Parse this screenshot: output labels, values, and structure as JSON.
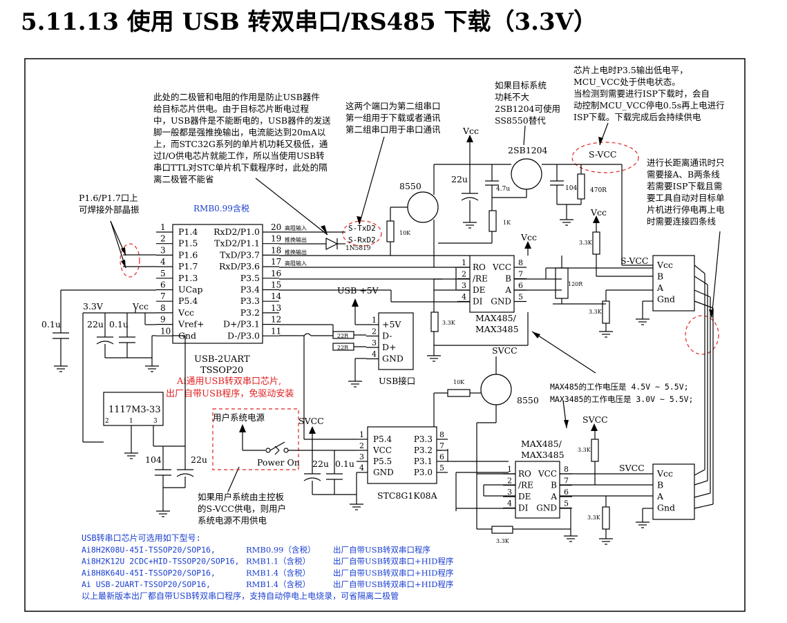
{
  "title": "5.11.13    使用 USB 转双串口/RS485 下载（3.3V）",
  "notes": {
    "crystal": [
      "P1.6/P1.7口上",
      "可焊接外部晶振"
    ],
    "diode_resistor": [
      "此处的二极管和电阻的作用是防止USB器件",
      "给目标芯片供电。由于目标芯片断电过程",
      "中，USB器件是不能断电的，USB器件的发送",
      "脚一般都是强推挽输出，电流能达到20mA以",
      "上，而STC32G系列的单片机功耗又极低，通",
      "过I/O供电芯片就能工作，所以当使用USB转",
      "串口TTL对STC单片机下载程序时，此处的隔",
      "离二极管不能省"
    ],
    "ports": [
      "这两个端口为第二组串口",
      "第一组用于下载或者通讯",
      "第二组串口用于串口通讯"
    ],
    "target": [
      "如果目标系统",
      "功耗不大",
      "2SB1204可使用",
      "SS8550替代"
    ],
    "poweron": [
      "芯片上电时P3.5输出低电平，",
      "MCU_VCC处于供电状态。",
      "当检测到需要进行ISP下载时，会自",
      "动控制MCU_VCC停电0.5s再上电进行",
      "ISP下载。下载完成后会持续供电"
    ],
    "longdist": [
      "进行长距离通讯时只",
      "需要接A、B两条线",
      "若需要ISP下载且需",
      "要工具自动对目标单",
      "片机进行停电再上电",
      "时需要连接四条线"
    ],
    "max_voltage": [
      "MAX485的工作电压是 4.5V ~ 5.5V;",
      "MAX3485的工作电压是 3.0V ~ 5.5V;"
    ],
    "user_power": [
      "如果用户系统由主控板",
      "的S-VCC供电，则用户",
      "系统电源不用供电"
    ],
    "ai_chip": [
      "Ai通用USB转双串口芯片,",
      "出厂自带USB程序，免驱动安装"
    ]
  },
  "labels": {
    "price": "RMB0.99含税",
    "u1_name": "USB-2UART",
    "u1_pkg": "TSSOP20",
    "vcc": "Vcc",
    "v33": "3.3V",
    "usb5v": "USB +5V",
    "usb_port": "USB接口",
    "svcc": "SVCC",
    "s_vcc": "S-VCC",
    "reg": "1117M3-33",
    "user_power": "用户系统电源",
    "power_on": "Power On",
    "mcu": "STC8G1K08A",
    "max1": "MAX485/",
    "max1b": "MAX3485",
    "q_8550": "8550",
    "q_2sb": "2SB1204",
    "diode": "1N5819",
    "s_txd2": "S-TxD2",
    "s_rxd2": "S-RxD2",
    "hi_in": "高阻输入",
    "push_out": "推挽输出"
  },
  "components": {
    "c_01u": "0.1u",
    "c_22u": "22u",
    "c_104": "104",
    "c_47u": "4.7u",
    "r_10k": "10K",
    "r_1k": "1K",
    "r_470": "470R",
    "r_33k": "3.3K",
    "r_120": "120R",
    "r_22r": "22R"
  },
  "u1_pins_left": [
    {
      "n": "1",
      "name": "P1.4"
    },
    {
      "n": "2",
      "name": "P1.5"
    },
    {
      "n": "3",
      "name": "P1.6"
    },
    {
      "n": "4",
      "name": "P1.7"
    },
    {
      "n": "5",
      "name": "P1.3"
    },
    {
      "n": "6",
      "name": "UCap"
    },
    {
      "n": "7",
      "name": "P5.4"
    },
    {
      "n": "8",
      "name": "Vcc"
    },
    {
      "n": "9",
      "name": "Vref+"
    },
    {
      "n": "10",
      "name": "Gnd"
    }
  ],
  "u1_pins_right": [
    {
      "n": "20",
      "name": "RxD2/P1.0"
    },
    {
      "n": "19",
      "name": "TxD2/P1.1"
    },
    {
      "n": "18",
      "name": "TxD/P3.7"
    },
    {
      "n": "17",
      "name": "RxD/P3.6"
    },
    {
      "n": "16",
      "name": "P3.5"
    },
    {
      "n": "15",
      "name": "P3.4"
    },
    {
      "n": "14",
      "name": "P3.3"
    },
    {
      "n": "13",
      "name": "P3.2"
    },
    {
      "n": "12",
      "name": "D+/P3.1"
    },
    {
      "n": "11",
      "name": "D-/P3.0"
    }
  ],
  "usb_pins": [
    {
      "n": "1",
      "name": "+5V"
    },
    {
      "n": "2",
      "name": "D-"
    },
    {
      "n": "3",
      "name": "D+"
    },
    {
      "n": "4",
      "name": "GND"
    }
  ],
  "max_pins_left": [
    {
      "n": "1",
      "name": "RO"
    },
    {
      "n": "2",
      "name": "/RE"
    },
    {
      "n": "3",
      "name": "DE"
    },
    {
      "n": "4",
      "name": "DI"
    }
  ],
  "max_pins_right": [
    {
      "n": "8",
      "name": "VCC"
    },
    {
      "n": "7",
      "name": "B"
    },
    {
      "n": "6",
      "name": "A"
    },
    {
      "n": "5",
      "name": "GND"
    }
  ],
  "conn_pins": [
    "Vcc",
    "B",
    "A",
    "Gnd"
  ],
  "mcu_pins_left": [
    {
      "n": "1",
      "name": "P5.4"
    },
    {
      "n": "2",
      "name": "VCC"
    },
    {
      "n": "3",
      "name": "P5.5"
    },
    {
      "n": "4",
      "name": "GND"
    }
  ],
  "mcu_pins_right": [
    {
      "n": "8",
      "name": "P3.3"
    },
    {
      "n": "7",
      "name": "P3.2"
    },
    {
      "n": "6",
      "name": "P3.1"
    },
    {
      "n": "5",
      "name": "P3.0"
    }
  ],
  "reg_pins": [
    "2",
    "1",
    "3"
  ],
  "models": {
    "heading": "USB转串口芯片可选用如下型号:",
    "rows": [
      {
        "model": "Ai8H2K08U-45I-TSSOP20/SOP16,",
        "price": "RMB0.99（含税）",
        "desc": "出厂自带USB转双串口程序"
      },
      {
        "model": "Ai8H2K12U 2CDC+HID-TSSOP20/SOP16,",
        "price": "RMB1.1（含税）",
        "desc": "出厂自带USB转双串口+HID程序"
      },
      {
        "model": "Ai8H8K64U-45I-TSSOP20/SOP16,",
        "price": "RMB1.4（含税）",
        "desc": "出厂自带USB转双串口+HID程序"
      },
      {
        "model": "Ai USB-2UART-TSSOP20/SOP16,",
        "price": "RMB1.4（含税）",
        "desc": "出厂自带USB转双串口+HID程序"
      }
    ],
    "footer": "以上最新版本出厂都自带USB转双串口程序，支持自动停电上电烧录，可省隔离二极管"
  }
}
